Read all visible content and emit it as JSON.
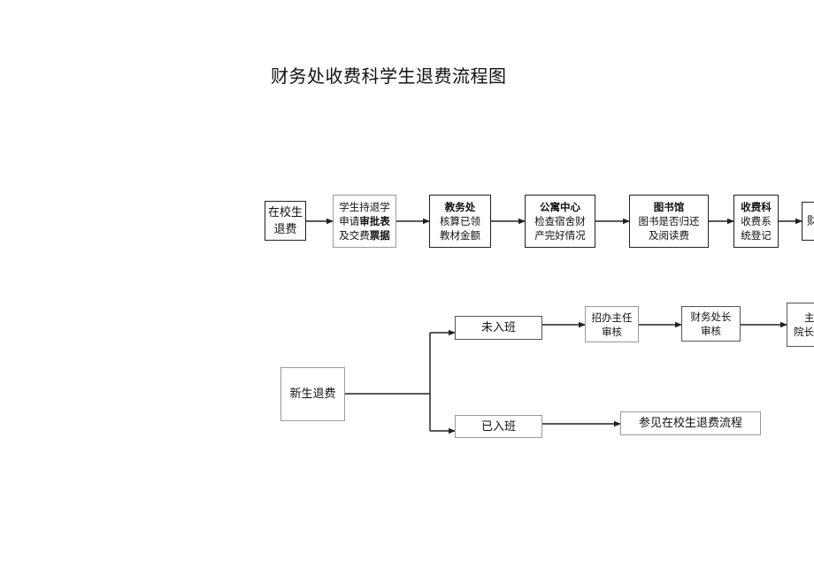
{
  "title": "财务处收费科学生退费流程图",
  "top_flow": {
    "start": {
      "l1": "在校生",
      "l2": "退费"
    },
    "step1": {
      "l1": "学生持退学",
      "l2a": "申请",
      "l2b": "审批表",
      "l3a": "及交费",
      "l3b": "票据"
    },
    "step2": {
      "title": "教务处",
      "l1": "核算已领",
      "l2": "教材金额"
    },
    "step3": {
      "title": "公寓中心",
      "l1": "检查宿舍财",
      "l2": "产完好情况"
    },
    "step4": {
      "title": "图书馆",
      "l1": "图书是否归还",
      "l2": "及阅读费"
    },
    "step5": {
      "title": "收费科",
      "l1": "收费系",
      "l2": "统登记"
    },
    "step6_partial": {
      "l1": "财"
    }
  },
  "bottom_flow": {
    "start": "新生退费",
    "branch_a": "未入班",
    "branch_b": "已入班",
    "a_step1": {
      "l1": "招办主任",
      "l2": "审核"
    },
    "a_step2": {
      "l1": "财务处长",
      "l2": "审核"
    },
    "a_step3_partial": {
      "l1": "主",
      "l2": "院长"
    },
    "b_step1": "参见在校生退费流程"
  }
}
